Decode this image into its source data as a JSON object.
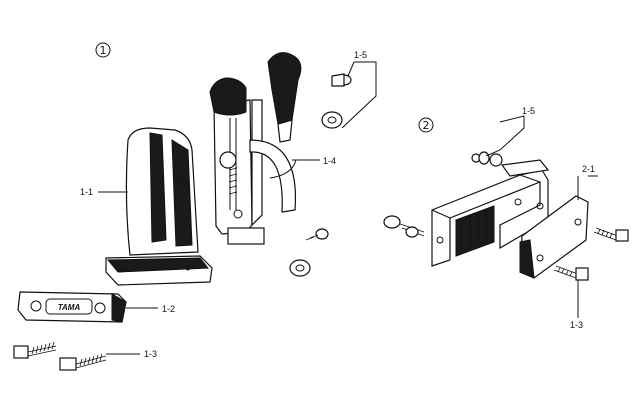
{
  "assemblies": [
    {
      "number": "①"
    },
    {
      "number": "②"
    }
  ],
  "callouts": {
    "p1_1": "1-1",
    "p1_2": "1-2",
    "p1_3": "1-3",
    "p1_4": "1-4",
    "p1_5": "1-5",
    "p2_5": "1-5",
    "p2_1": "2-1",
    "p2_3": "1-3"
  },
  "logo": "TAMA"
}
